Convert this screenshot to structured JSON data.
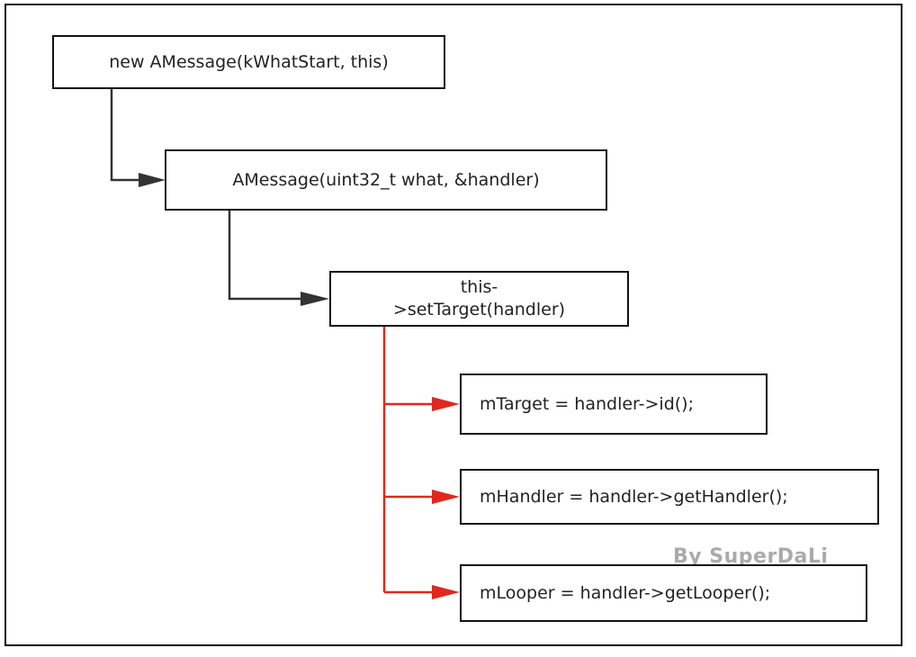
{
  "diagram": {
    "nodes": {
      "new_amessage": "new AMessage(kWhatStart, this)",
      "amessage_ctor": "AMessage(uint32_t what, &handler)",
      "set_target": {
        "line1": "this-",
        "line2": ">setTarget(handler)"
      },
      "m_target": "mTarget = handler->id();",
      "m_handler": "mHandler = handler->getHandler();",
      "m_looper": "mLooper = handler->getLooper();"
    },
    "watermark": "By SuperDaLi",
    "colors": {
      "call_edge": "#222222",
      "assign_edge": "#e0281e",
      "border": "#111111"
    }
  }
}
